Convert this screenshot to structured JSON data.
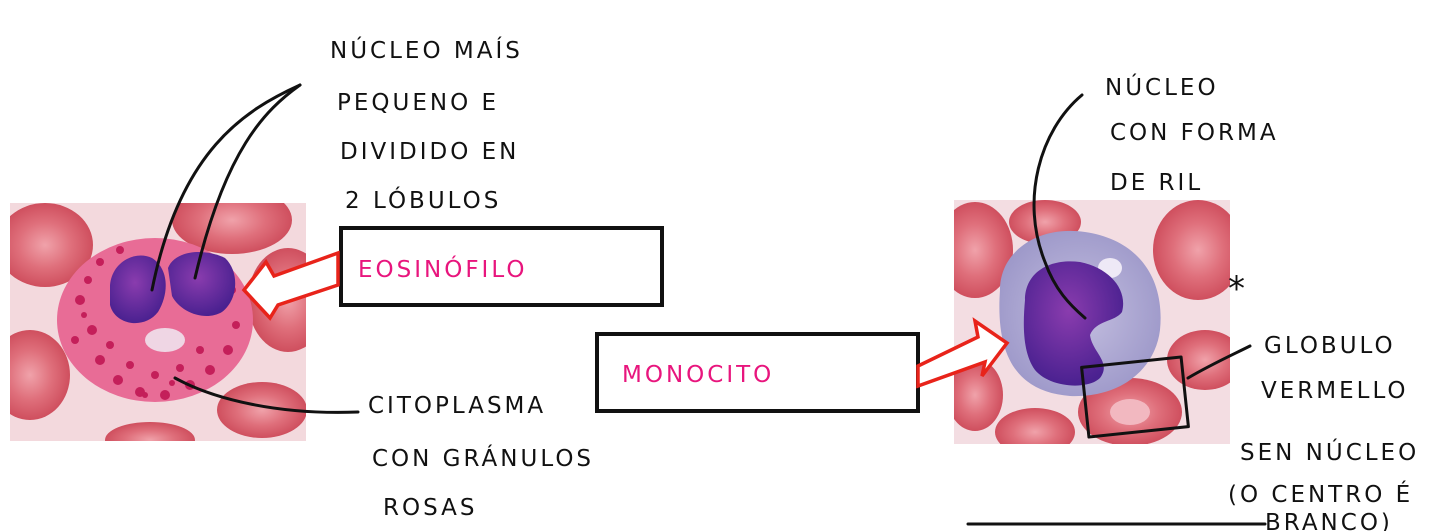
{
  "labels": {
    "eosinophil_box": "EOSINÓFILO",
    "monocyte_box": "MONOCITO",
    "eos_nucleus_note": [
      "NÚCLEO MAÍS",
      "PEQUENO E",
      "DIVIDIDO EN",
      "2 LÓBULOS"
    ],
    "eos_cytoplasm_note": [
      "CITOPLASMA",
      "CON GRÁNULOS",
      "ROSAS"
    ],
    "mono_nucleus_note": [
      "NÚCLEO",
      "CON FORMA",
      "DE RIL"
    ],
    "asterisk": "*",
    "rbc_note": [
      "GLOBULO",
      "VERMELLO",
      "SEN NÚCLEO",
      "(O CENTRO É",
      "BRANCO)"
    ]
  },
  "colors": {
    "label_pink": "#e8157d",
    "arrow_red": "#e8231a",
    "ink": "#111111",
    "rbc": "#d9636f",
    "nucleus_purple": "#5a2a9a",
    "eos_granules": "#d63a6e",
    "mono_cytoplasm": "#a9a6d2"
  }
}
